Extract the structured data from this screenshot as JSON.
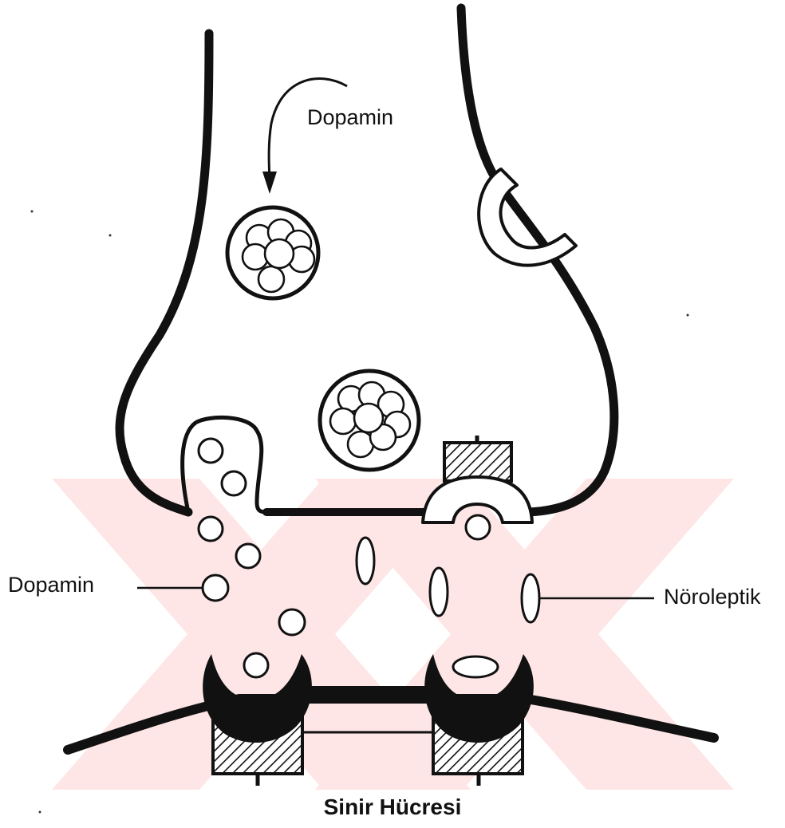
{
  "labels": {
    "dopamine_top": "Dopamin",
    "dopamine_left": "Dopamin",
    "neuroleptic": "Nöroleptik",
    "caption": "Sinir Hücresi"
  },
  "colors": {
    "line": "#111111",
    "fill": "#ffffff",
    "watermark": "#ffe4e4"
  },
  "icons": [
    "synaptic-vesicle-icon",
    "receptor-icon",
    "hatched-block-icon"
  ]
}
